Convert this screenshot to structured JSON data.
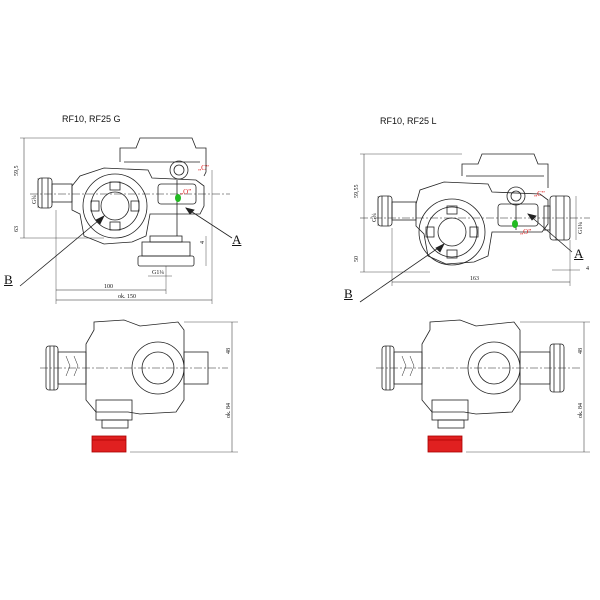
{
  "diagrams": [
    {
      "title": "RF10, RF25 G",
      "dims": {
        "d595": "59,5",
        "d63": "63",
        "dG34": "G¾",
        "d4": "4",
        "dG114": "G1¼",
        "d100": "100",
        "d150": "ok. 150"
      },
      "marks": {
        "A": "A",
        "B": "B",
        "C": "„C”",
        "O": "„O”"
      }
    },
    {
      "title": "RF10, RF25 L",
      "dims": {
        "d5955": "59,55",
        "d50": "50",
        "dG34": "G¾",
        "dG114": "G1¼",
        "d4": "4",
        "d163": "163"
      },
      "marks": {
        "A": "A",
        "B": "B",
        "C": "„C”",
        "O": "„O”"
      }
    }
  ],
  "bottom_views": [
    {
      "d48": "48",
      "d84": "ok. 84"
    },
    {
      "d48": "48",
      "d84": "ok. 84"
    }
  ],
  "colors": {
    "outlet_red": "#e02020",
    "indicator_green": "#22bb22",
    "label_red": "#e02020"
  }
}
